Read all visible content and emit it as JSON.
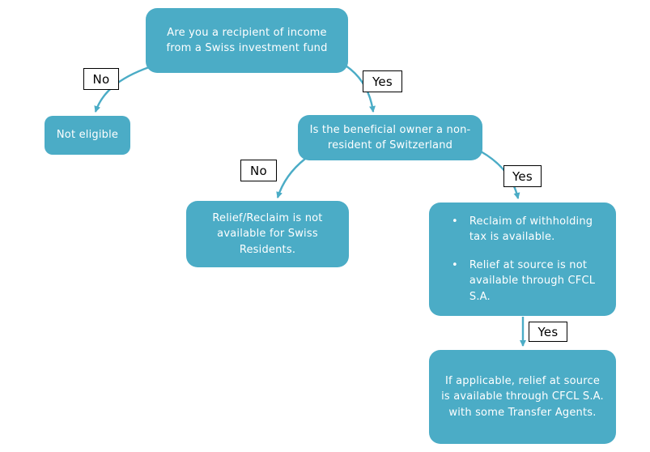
{
  "diagram": {
    "nodes": {
      "q1": {
        "text": "Are you a recipient of income from a Swiss investment fund"
      },
      "not_eligible": {
        "text": "Not eligible"
      },
      "q2": {
        "text": "Is the beneficial owner a non-resident of Switzerland"
      },
      "swiss_residents": {
        "text": "Relief/Reclaim is not available for Swiss Residents."
      },
      "reclaim": {
        "bullets": [
          "Reclaim of withholding tax is available.",
          "Relief at source is not available through CFCL S.A."
        ]
      },
      "final": {
        "text": "If applicable, relief at source is available through CFCL S.A. with some Transfer Agents."
      }
    },
    "edge_labels": {
      "no1": "No",
      "yes1": "Yes",
      "no2": "No",
      "yes2": "Yes",
      "yes3": "Yes"
    },
    "colors": {
      "node_fill": "#4BACC6",
      "node_text": "#FFFFFF",
      "arrow": "#4BACC6",
      "label_bg": "#FFFFFF",
      "label_border": "#000000",
      "label_text": "#000000",
      "background": "#FFFFFF"
    }
  }
}
